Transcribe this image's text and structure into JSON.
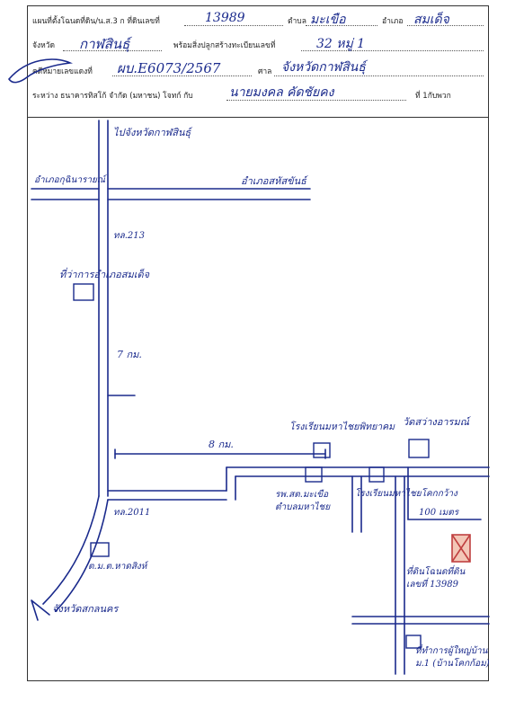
{
  "header": {
    "line1": {
      "title": "แผนที่ตั้งโฉนดที่ดิน/น.ส.3 ก ที่ดินเลขที่",
      "land_no": "13989",
      "tambon_label": "ตำบล",
      "tambon": "มะเขือ",
      "amphoe_label": "อำเภอ",
      "amphoe": "สมเด็จ"
    },
    "line2": {
      "province_label": "จังหวัด",
      "province": "กาฬสินธุ์",
      "building_label": "พร้อมสิ่งปลูกสร้างทะเบียนเลขที่",
      "building_no": "32 หมู่ 1"
    },
    "line3": {
      "case_label": "คดีหมายเลขแดงที่",
      "case_no": "ผบ.E6073/2567",
      "court_label": "ศาล",
      "court": "จังหวัดกาฬสินธุ์"
    },
    "line4": {
      "between_label": "ระหว่าง ธนาคารทิสโก้ จำกัด (มหาชน) โจทก์ กับ",
      "defendant": "นายมงคล คัดชัยคง",
      "count_label": "ที่ 1กับพวก"
    }
  },
  "map": {
    "labels": {
      "to_kalasin": "ไปจังหวัดกาฬสินธุ์",
      "kuchinarai": "อำเภอกุฉินารายณ์",
      "sahatsakhan": "อำเภอสหัสขันธ์",
      "road_213": "ทล.213",
      "district_office": "ที่ว่าการอำเภอสมเด็จ",
      "dist_7km": "7 กม.",
      "dist_8km": "8 กม.",
      "hospital": "โรงเรียนมหาไชยพิทยาคม",
      "wat": "วัดสว่างอารมณ์",
      "health_center": "รพ.สต.มะเขือ\nตำบลมหาไชย",
      "school": "โรงเรียนมหาไชยโคกกว้าง",
      "dist_100m": "100 เมตร",
      "road_2011": "ทล.2011",
      "police": "ต.ม.ต.หาดสิงห์",
      "to_sakon": "จังหวัดสกลนคร",
      "subject_land": "ที่ดินโฉนดที่ดิน\nเลขที่ 13989",
      "nearby": "ที่ทำการผู้ใหญ่บ้าน\nม.1 (บ้านโคกก้อม)"
    },
    "colors": {
      "ink": "#1a2a8c",
      "marker": "#c04040",
      "marker_fill": "#f3c7b7"
    }
  }
}
